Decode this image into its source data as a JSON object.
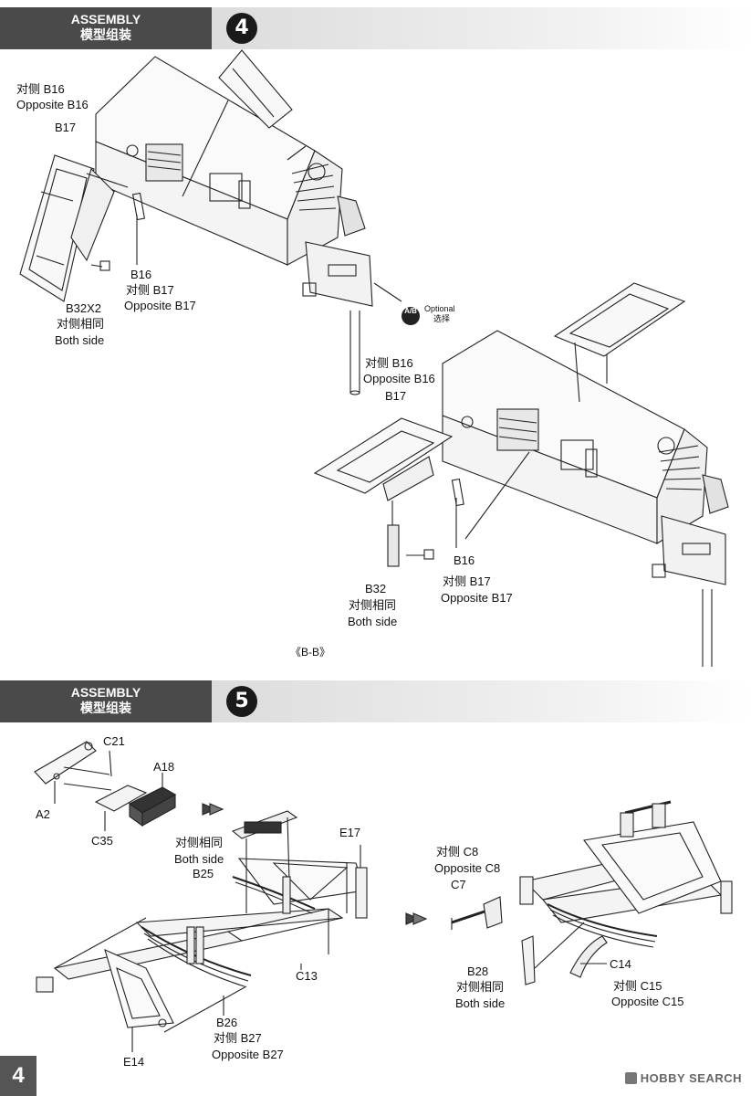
{
  "step4": {
    "header_en": "ASSEMBLY",
    "header_zh": "模型组装",
    "step_number": "4",
    "labels": {
      "opp_b16_zh": "对侧 B16",
      "opp_b16_en": "Opposite B16",
      "b17_top": "B17",
      "b16_mid": "B16",
      "opp_b17_zh": "对侧  B17",
      "opp_b17_en": "Opposite B17",
      "b32x2": "B32X2",
      "both_side_zh": "对侧相同",
      "both_side_en": "Both side",
      "optional_en": "Optional",
      "optional_zh": "选择",
      "b_opp_b16_zh": "对侧  B16",
      "b_opp_b16_en": "Opposite B16",
      "b_b17": "B17",
      "b_b16": "B16",
      "b_opp_b17_zh": "对侧  B17",
      "b_opp_b17_en": "Opposite B17",
      "b32": "B32",
      "b_both_zh": "对侧相同",
      "b_both_en": "Both side",
      "section_ref": "《B-B》"
    },
    "optional_badge": "A/B"
  },
  "step5": {
    "header_en": "ASSEMBLY",
    "header_zh": "模型组装",
    "step_number": "5",
    "labels": {
      "c21": "C21",
      "a18": "A18",
      "a2": "A2",
      "c35": "C35",
      "both_zh": "对侧相同",
      "both_en": "Both side",
      "b25": "B25",
      "e17": "E17",
      "c13": "C13",
      "b26": "B26",
      "opp_b27_zh": "对侧  B27",
      "opp_b27_en": "Opposite B27",
      "e14": "E14",
      "opp_c8_zh": "对侧  C8",
      "opp_c8_en": "Opposite C8",
      "c7": "C7",
      "b28": "B28",
      "b28_both_zh": "对侧相同",
      "b28_both_en": "Both side",
      "c14": "C14",
      "opp_c15_zh": "对侧  C15",
      "opp_c15_en": "Opposite C15"
    }
  },
  "footer": {
    "page_number": "4",
    "brand": "HOBBY SEARCH"
  }
}
